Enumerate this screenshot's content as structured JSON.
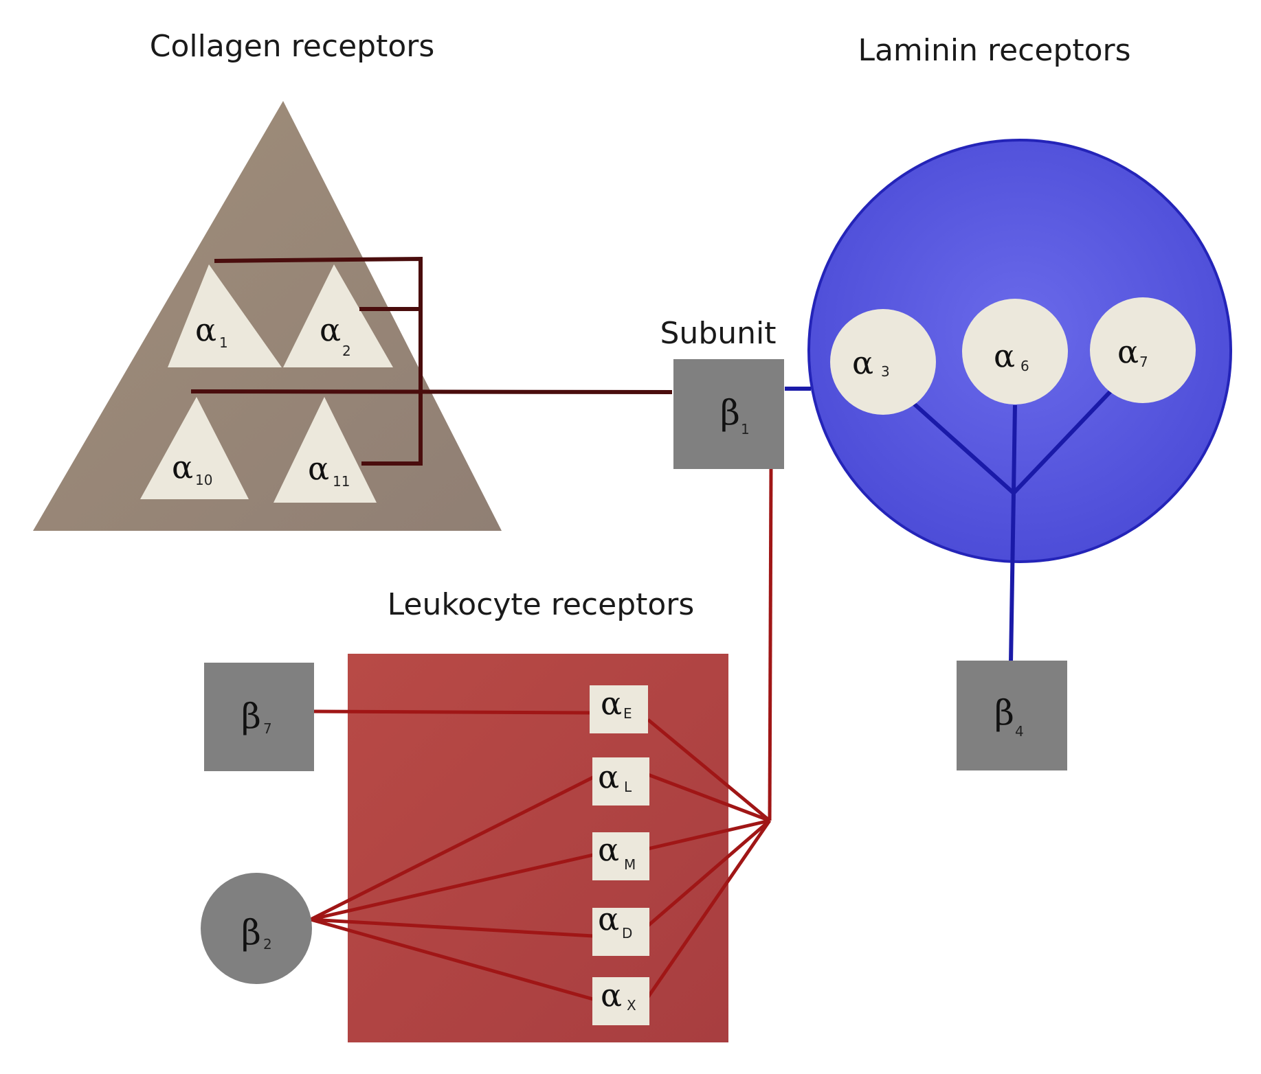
{
  "headings": {
    "collagen": "Collagen receptors",
    "laminin": "Laminin receptors",
    "leukocyte": "Leukocyte receptors",
    "subunit": "Subunit"
  },
  "beta_subunits": [
    {
      "id": "b1",
      "symbol": "β",
      "subscript": "1",
      "shape": "square"
    },
    {
      "id": "b4",
      "symbol": "β",
      "subscript": "4",
      "shape": "square"
    },
    {
      "id": "b7",
      "symbol": "β",
      "subscript": "7",
      "shape": "square"
    },
    {
      "id": "b2",
      "symbol": "β",
      "subscript": "2",
      "shape": "circle"
    }
  ],
  "collagen_alphas": [
    {
      "id": "a1",
      "symbol": "α",
      "subscript": "1"
    },
    {
      "id": "a2",
      "symbol": "α",
      "subscript": "2"
    },
    {
      "id": "a10",
      "symbol": "α",
      "subscript": "10"
    },
    {
      "id": "a11",
      "symbol": "α",
      "subscript": "11"
    }
  ],
  "laminin_alphas": [
    {
      "id": "a3",
      "symbol": "α",
      "subscript": "3"
    },
    {
      "id": "a6",
      "symbol": "α",
      "subscript": "6"
    },
    {
      "id": "a7",
      "symbol": "α",
      "subscript": "7"
    }
  ],
  "leukocyte_alphas": [
    {
      "id": "aE",
      "symbol": "α",
      "subscript": "E"
    },
    {
      "id": "aL",
      "symbol": "α",
      "subscript": "L"
    },
    {
      "id": "aM",
      "symbol": "α",
      "subscript": "M"
    },
    {
      "id": "aD",
      "symbol": "α",
      "subscript": "D"
    },
    {
      "id": "aX",
      "symbol": "α",
      "subscript": "X"
    }
  ],
  "colors": {
    "collagen_fill": "#9a8a78",
    "collagen_line": "#4a0d0d",
    "laminin_fill": "#5656e0",
    "laminin_stroke": "#2424b8",
    "laminin_line": "#1a1aa8",
    "leukocyte_fill": "#b54444",
    "leukocyte_line": "#a01616",
    "beta_fill": "#808080",
    "alpha_fill": "#ece8dc"
  }
}
